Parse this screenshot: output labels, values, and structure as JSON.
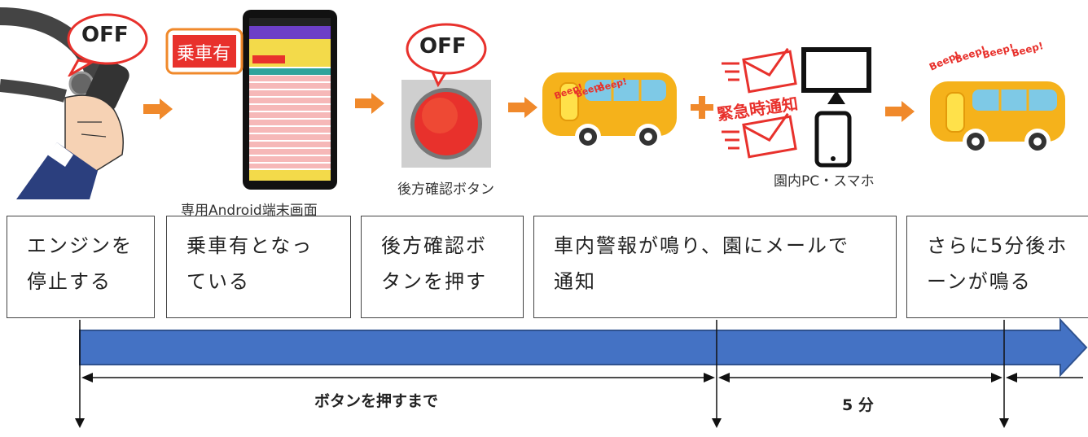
{
  "illustrations": {
    "hand_bubble": "OFF",
    "phone_badge": "乗車有",
    "phone_caption": "専用Android端末画面",
    "button_bubble": "OFF",
    "button_caption": "後方確認ボタン",
    "beep": "Beep!",
    "notify_label": "緊急時通知",
    "devices_caption": "園内PC・スマホ"
  },
  "steps": [
    {
      "line1": "エンジンを",
      "line2": "停止する"
    },
    {
      "line1": "乗車有となっ",
      "line2": "ている"
    },
    {
      "line1": "後方確認ボ",
      "line2": "タンを押す"
    },
    {
      "line1": "車内警報が鳴り、園にメールで",
      "line2": "通知"
    },
    {
      "line1": "さらに5分後ホ",
      "line2": "ーンが鳴る"
    }
  ],
  "timeline": {
    "span1_label": "ボタンを押すまで",
    "span2_label": "5 分"
  },
  "colors": {
    "arrow_orange": "#F0892B",
    "timeline_blue": "#4472C4",
    "bus_yellow": "#F5B21B",
    "bus_window": "#7EC9E6",
    "alert_red": "#E8312C"
  }
}
